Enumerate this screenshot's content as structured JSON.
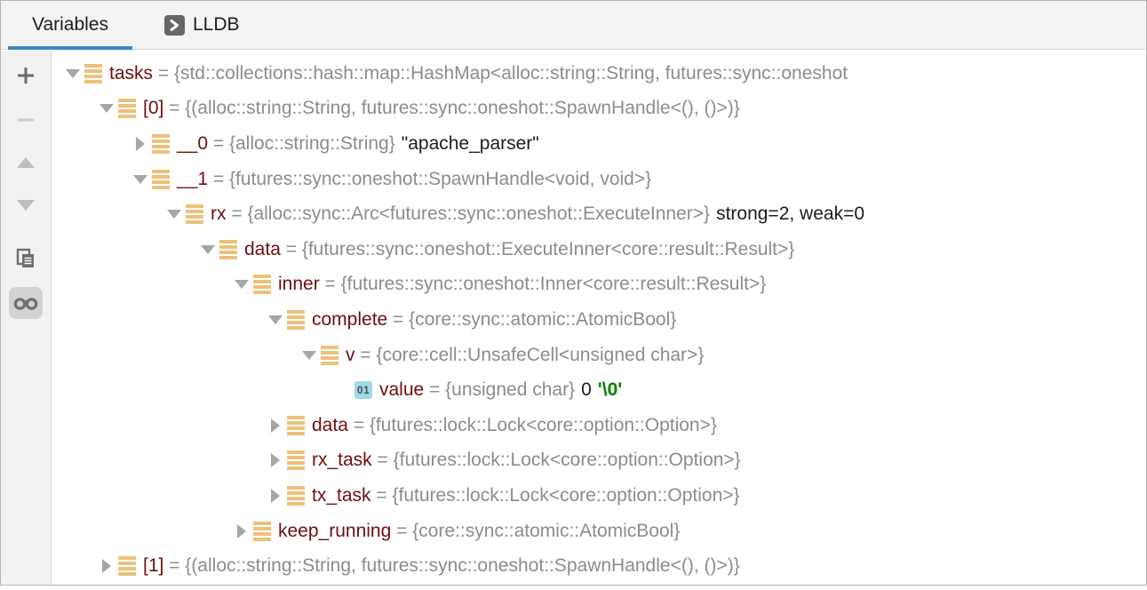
{
  "colors": {
    "accent_underline": "#4184c8",
    "name_color": "#6e0e0e",
    "type_color": "#8c8c8c",
    "value_color": "#1c1c1c",
    "char_value_color": "#008200",
    "struct_icon_color": "#edc17c",
    "primitive_icon_bg": "#a0d8ec",
    "toolbar_bg": "#f2f2f2",
    "tabbar_bg": "#f4f4f4"
  },
  "tabs": [
    {
      "label": "Variables",
      "selected": true
    },
    {
      "label": "LLDB",
      "icon": "console-icon",
      "selected": false
    }
  ],
  "toolbar": {
    "buttons": [
      {
        "icon": "plus-icon",
        "enabled": true,
        "active": false
      },
      {
        "icon": "minus-icon",
        "enabled": false,
        "active": false
      },
      {
        "icon": "arrow-up-icon",
        "enabled": false,
        "active": false
      },
      {
        "icon": "arrow-down-icon",
        "enabled": false,
        "active": false
      },
      {
        "icon": "copy-icon",
        "enabled": true,
        "active": false
      },
      {
        "icon": "glasses-icon",
        "enabled": true,
        "active": true
      }
    ]
  },
  "icons": {
    "primitive_label": "01"
  },
  "tree": {
    "rows": [
      {
        "level": 0,
        "expander": "expanded",
        "icon": "struct",
        "name": "tasks",
        "type": "{std::collections::hash::map::HashMap<alloc::string::String, futures::sync::oneshot"
      },
      {
        "level": 1,
        "expander": "expanded",
        "icon": "struct",
        "name": "[0]",
        "type": "{(alloc::string::String, futures::sync::oneshot::SpawnHandle<(), ()>)}"
      },
      {
        "level": 2,
        "expander": "collapsed",
        "icon": "struct",
        "name": "__0",
        "type": "{alloc::string::String}",
        "value": "\"apache_parser\""
      },
      {
        "level": 2,
        "expander": "expanded",
        "icon": "struct",
        "name": "__1",
        "type": "{futures::sync::oneshot::SpawnHandle<void, void>}"
      },
      {
        "level": 3,
        "expander": "expanded",
        "icon": "struct",
        "name": "rx",
        "type": "{alloc::sync::Arc<futures::sync::oneshot::ExecuteInner>}",
        "value": "strong=2, weak=0"
      },
      {
        "level": 4,
        "expander": "expanded",
        "icon": "struct",
        "name": "data",
        "type": "{futures::sync::oneshot::ExecuteInner<core::result::Result>}"
      },
      {
        "level": 5,
        "expander": "expanded",
        "icon": "struct",
        "name": "inner",
        "type": "{futures::sync::oneshot::Inner<core::result::Result>}"
      },
      {
        "level": 6,
        "expander": "expanded",
        "icon": "struct",
        "name": "complete",
        "type": "{core::sync::atomic::AtomicBool}"
      },
      {
        "level": 7,
        "expander": "expanded",
        "icon": "struct",
        "name": "v",
        "type": "{core::cell::UnsafeCell<unsigned char>}"
      },
      {
        "level": 8,
        "expander": "none",
        "icon": "primitive",
        "name": "value",
        "type": "{unsigned char}",
        "value": "0",
        "value_char": "'\\0'"
      },
      {
        "level": 6,
        "expander": "collapsed",
        "icon": "struct",
        "name": "data",
        "type": "{futures::lock::Lock<core::option::Option>}"
      },
      {
        "level": 6,
        "expander": "collapsed",
        "icon": "struct",
        "name": "rx_task",
        "type": "{futures::lock::Lock<core::option::Option>}"
      },
      {
        "level": 6,
        "expander": "collapsed",
        "icon": "struct",
        "name": "tx_task",
        "type": "{futures::lock::Lock<core::option::Option>}"
      },
      {
        "level": 5,
        "expander": "collapsed",
        "icon": "struct",
        "name": "keep_running",
        "type": "{core::sync::atomic::AtomicBool}"
      },
      {
        "level": 1,
        "expander": "collapsed",
        "icon": "struct",
        "name": "[1]",
        "type": "{(alloc::string::String, futures::sync::oneshot::SpawnHandle<(), ()>)}"
      }
    ]
  }
}
